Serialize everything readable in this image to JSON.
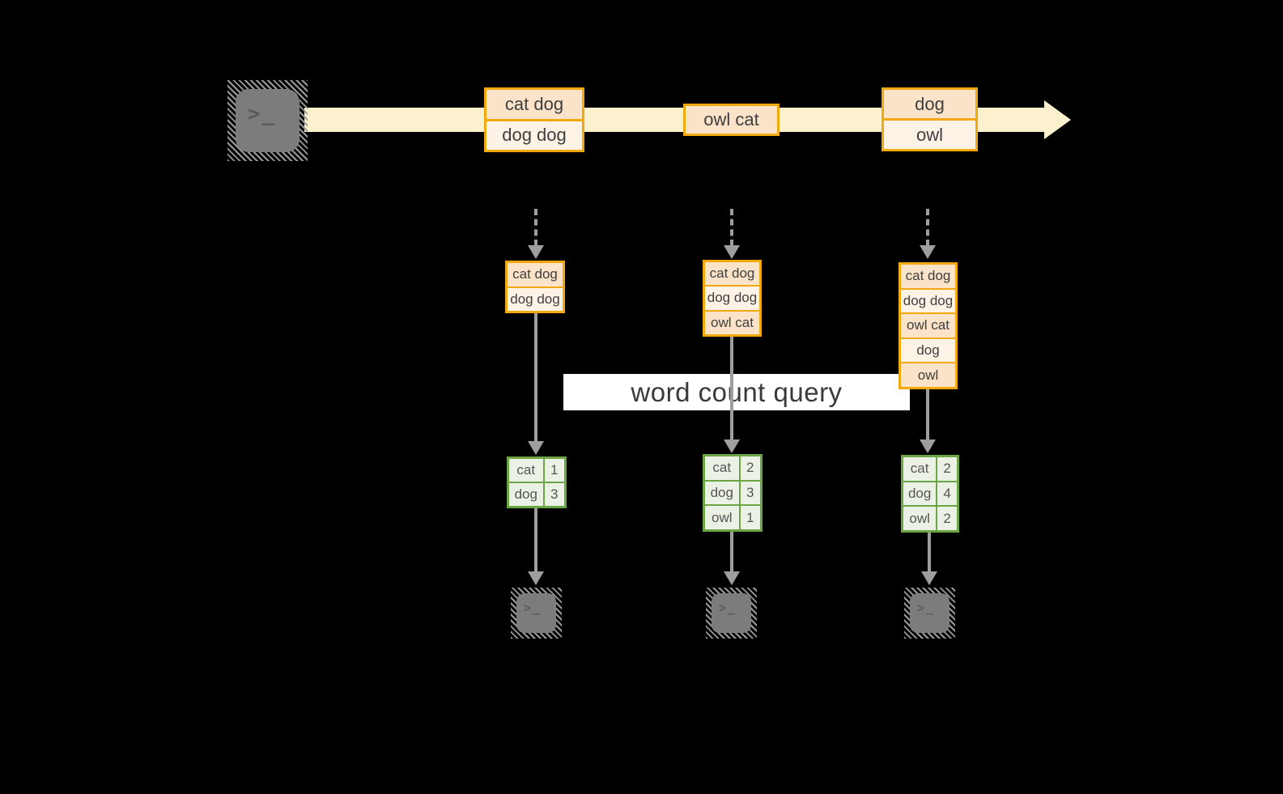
{
  "diagram": {
    "query_label": "word count query",
    "terminal_glyph": ">_",
    "stream_records": [
      {
        "cells": [
          "cat dog",
          "dog dog"
        ]
      },
      {
        "cells": [
          "owl cat"
        ]
      },
      {
        "cells": [
          "dog",
          "owl"
        ]
      }
    ],
    "columns": [
      {
        "buffer": [
          "cat dog",
          "dog dog"
        ],
        "counts": [
          {
            "word": "cat",
            "count": "1"
          },
          {
            "word": "dog",
            "count": "3"
          }
        ]
      },
      {
        "buffer": [
          "cat dog",
          "dog dog",
          "owl cat"
        ],
        "counts": [
          {
            "word": "cat",
            "count": "2"
          },
          {
            "word": "dog",
            "count": "3"
          },
          {
            "word": "owl",
            "count": "1"
          }
        ]
      },
      {
        "buffer": [
          "cat dog",
          "dog dog",
          "owl cat",
          "dog",
          "owl"
        ],
        "counts": [
          {
            "word": "cat",
            "count": "2"
          },
          {
            "word": "dog",
            "count": "4"
          },
          {
            "word": "owl",
            "count": "2"
          }
        ]
      }
    ],
    "colors": {
      "background": "#000000",
      "stream_band": "#FBF1CF",
      "record_border": "#F2A90D",
      "record_fill_dark": "#FAE3C8",
      "record_fill_light": "#FCF3E6",
      "table_border": "#6CA544",
      "table_fill": "#EBF1E4",
      "arrow_gray": "#9E9E9E",
      "terminal_gray": "#7C7C7C"
    }
  }
}
